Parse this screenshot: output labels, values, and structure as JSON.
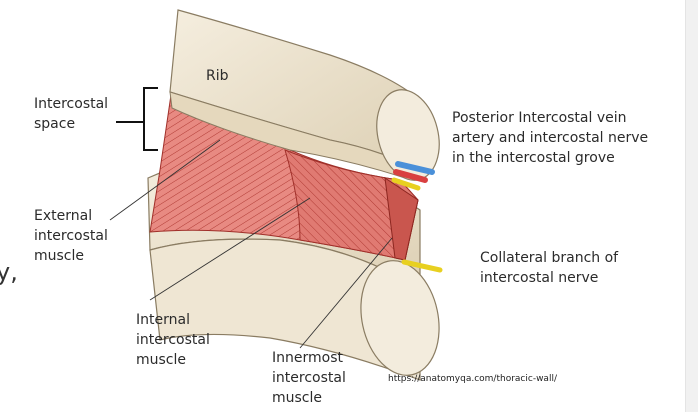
{
  "labels": {
    "rib": "Rib",
    "intercostal_space": [
      "Intercostal",
      "space"
    ],
    "external": [
      "External",
      "intercostal",
      "muscle"
    ],
    "internal": [
      "Internal",
      "intercostal",
      "muscle"
    ],
    "innermost": [
      "Innermost",
      "intercostal",
      "muscle"
    ],
    "posterior": [
      "Posterior Intercostal vein",
      "artery and  intercostal nerve",
      "in the intercostal grove"
    ],
    "collateral": [
      "Collateral branch of",
      "intercostal nerve"
    ]
  },
  "source": "https://anatomyqa.com/thoracic-wall/",
  "edge_text": "y,",
  "colors": {
    "bone": "#efe6d3",
    "bone_shadow": "#d8ccb0",
    "muscle": "#e07a72",
    "muscle_line": "#b03a34",
    "vein": "#4a90d9",
    "artery": "#d94040",
    "nerve": "#e8d020"
  }
}
